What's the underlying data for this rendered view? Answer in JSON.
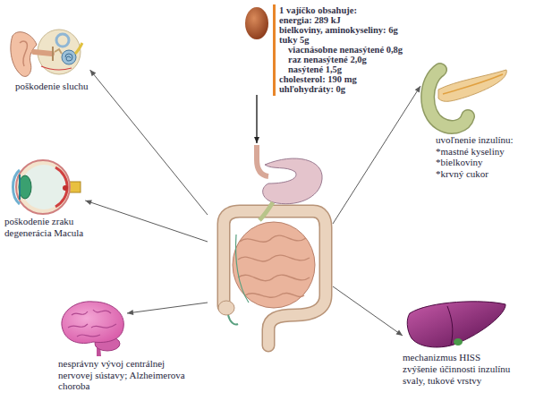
{
  "diagram": {
    "nodes": [
      {
        "text": [
          "1 vajíčko obsahuje:",
          "energia: 289 kJ",
          "bielkoviny, aminokyseliny: 6g",
          "tuky 5g",
          "viacnásobne nenasýtené 0,8g",
          "raz nenasýtené 2,0g",
          "nasýtené 1,5g",
          "cholesterol: 190 mg",
          "uhľohydráty: 0g"
        ]
      },
      {
        "text": [
          "poškodenie sluchu"
        ]
      },
      {
        "text": [
          "uvoľnenie inzulínu:",
          "*mastné kyseliny",
          "*bielkoviny",
          "*krvný cukor"
        ]
      },
      {
        "text": [
          "poškodenie zraku",
          "degenerácia Macula"
        ]
      },
      {
        "text": []
      },
      {
        "text": [
          "nesprávny vývoj centrálnej nervovej sústavy; Alzheimerova choroba"
        ]
      },
      {
        "text": [
          "mechanizmus HISS",
          "zvýšenie účinnosti inzulínu",
          "svaly, tukové vrstvy"
        ]
      }
    ],
    "edges": [
      {
        "from": 0,
        "to": 4,
        "arrow": "to"
      },
      {
        "from": 4,
        "to": 1,
        "arrow": "to"
      },
      {
        "from": 4,
        "to": 3,
        "arrow": "to"
      },
      {
        "from": 4,
        "to": 5,
        "arrow": "to"
      },
      {
        "from": 4,
        "to": 2,
        "arrow": "to"
      },
      {
        "from": 4,
        "to": 6,
        "arrow": "to"
      }
    ]
  }
}
